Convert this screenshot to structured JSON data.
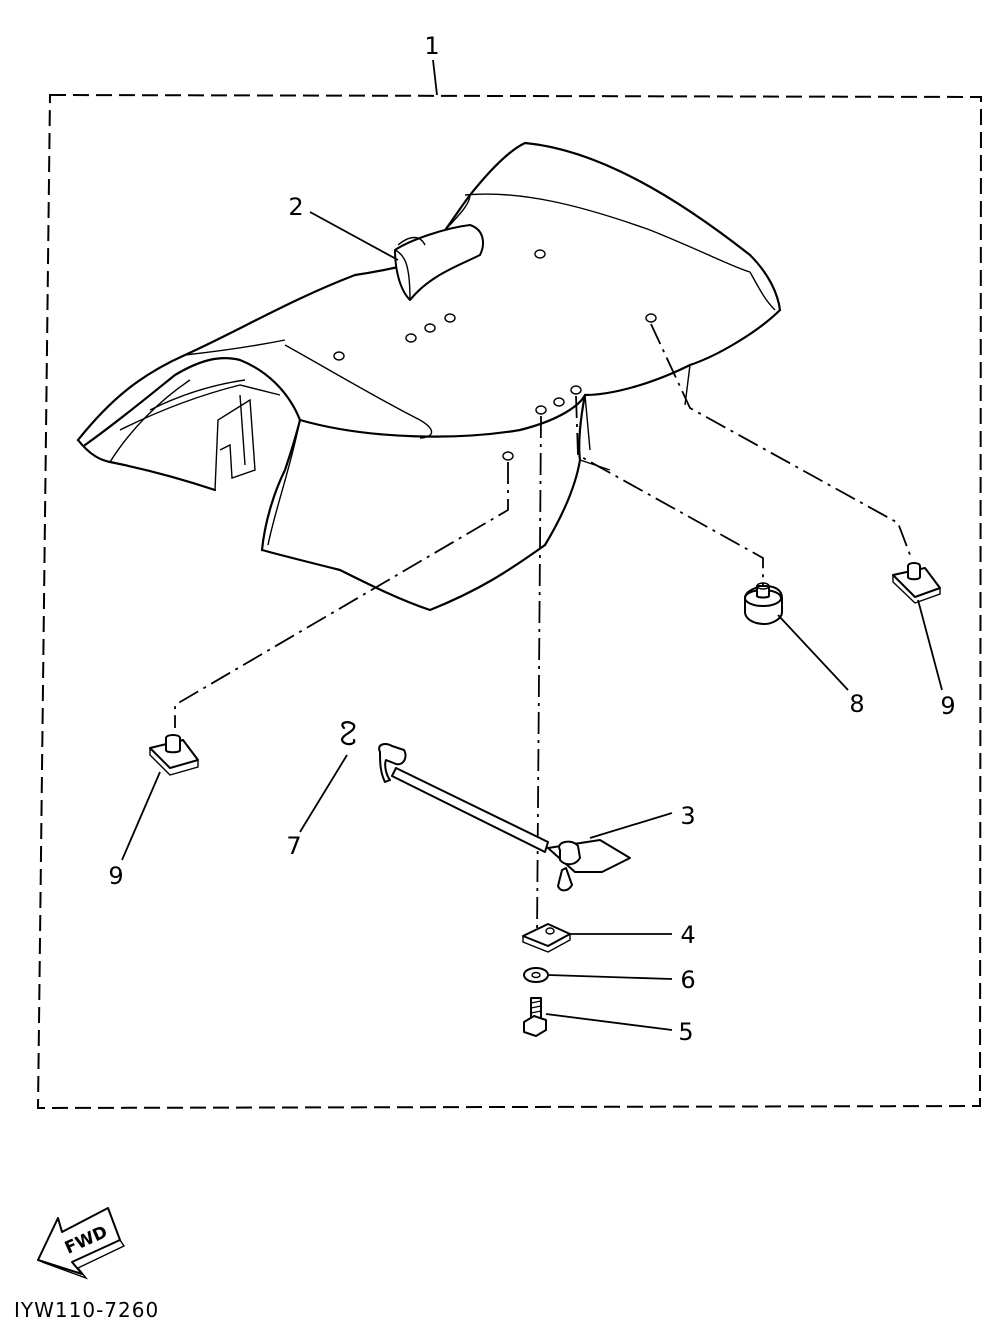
{
  "callouts": {
    "c1": "1",
    "c2": "2",
    "c3": "3",
    "c4": "4",
    "c5": "5",
    "c6": "6",
    "c7": "7",
    "c8": "8",
    "c9_right": "9",
    "c9_left": "9"
  },
  "direction_arrow": {
    "label": "FWD"
  },
  "figure_code": "IYW110-7260",
  "colors": {
    "ink": "#000000",
    "paper": "#ffffff"
  }
}
